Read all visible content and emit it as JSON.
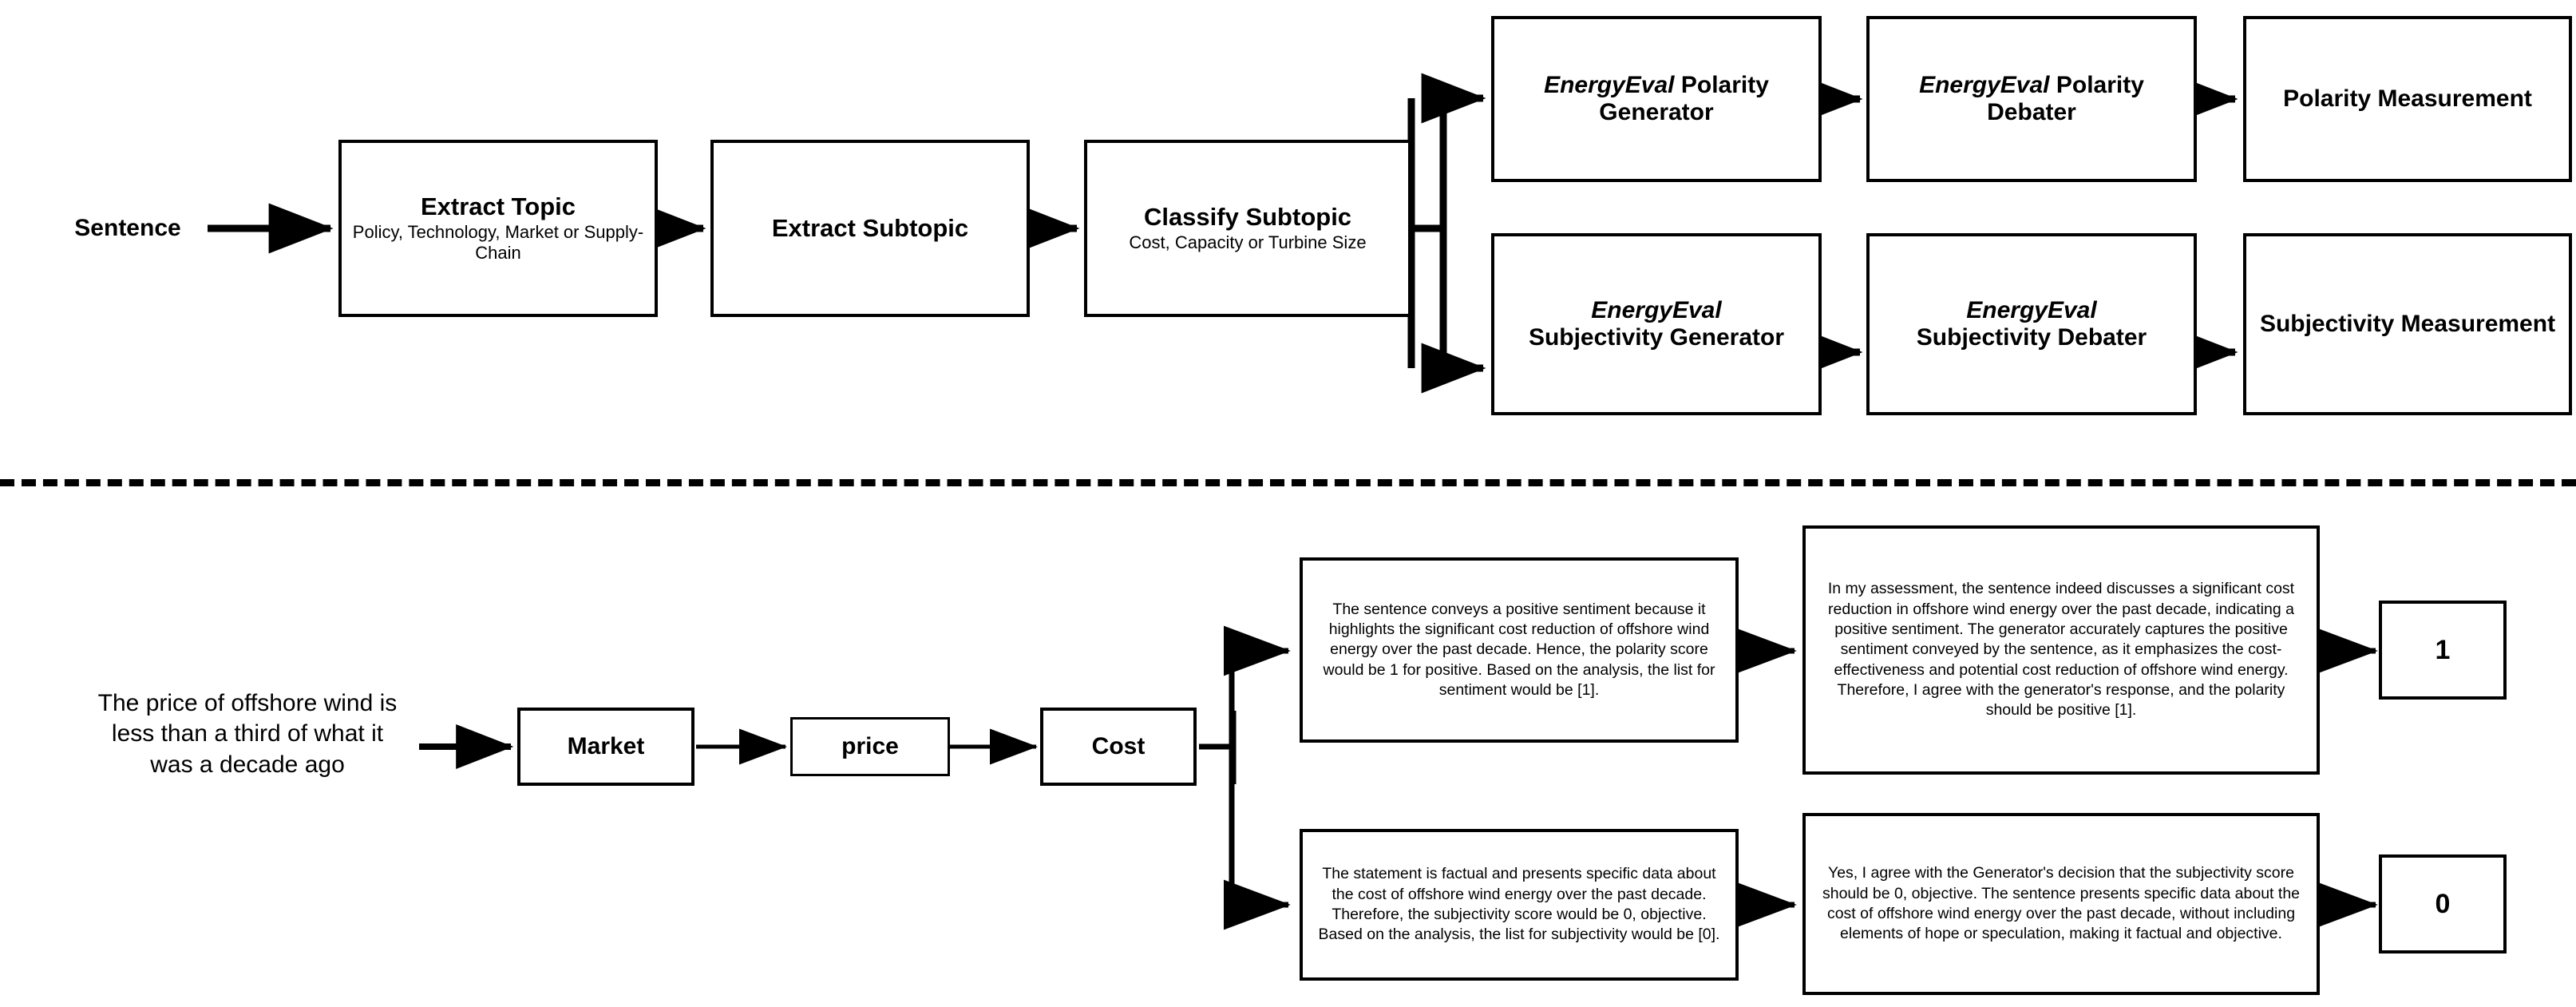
{
  "figure": {
    "title": "EnergyEval multi-agent polarity and subjectivity pipeline",
    "line_color": "#000000",
    "background_color": "#ffffff"
  },
  "pipeline": {
    "input_label": "Sentence",
    "stages": [
      {
        "name": "extract-topic",
        "title": "Extract Topic",
        "subtitle": "Policy, Technology, Market or Supply-Chain"
      },
      {
        "name": "extract-subtopic",
        "title": "Extract Subtopic",
        "subtitle": ""
      },
      {
        "name": "classify-subtopic",
        "title": "Classify Subtopic",
        "subtitle": "Cost, Capacity or Turbine Size"
      }
    ],
    "branches": [
      {
        "name": "polarity",
        "nodes": [
          {
            "name": "polarity-generator",
            "brand": "EnergyEval",
            "title": "Polarity Generator"
          },
          {
            "name": "polarity-debater",
            "brand": "EnergyEval",
            "title": "Polarity Debater"
          },
          {
            "name": "polarity-measurement",
            "brand": "",
            "title": "Polarity Measurement"
          }
        ]
      },
      {
        "name": "subjectivity",
        "nodes": [
          {
            "name": "subjectivity-generator",
            "brand": "EnergyEval",
            "title": "Subjectivity Generator"
          },
          {
            "name": "subjectivity-debater",
            "brand": "EnergyEval",
            "title": "Subjectivity Debater"
          },
          {
            "name": "subjectivity-measurement",
            "brand": "",
            "title": "Subjectivity Measurement"
          }
        ]
      }
    ]
  },
  "example": {
    "input_sentence": "The price of offshore wind is less than a third of what it was a decade ago",
    "chips": [
      {
        "name": "topic",
        "label": "Market"
      },
      {
        "name": "subtopic",
        "label": "price"
      },
      {
        "name": "subtopic-class",
        "label": "Cost"
      }
    ],
    "polarity": {
      "generator_text": "The sentence conveys a positive sentiment because it highlights the significant cost reduction of offshore wind energy over the past decade. Hence, the polarity score would be 1 for positive. Based on the analysis, the list for sentiment would be [1].",
      "debater_text": "In my assessment, the sentence indeed discusses a significant cost reduction in offshore wind energy over the past decade, indicating a positive sentiment. The generator accurately captures the positive sentiment conveyed by the sentence, as it emphasizes the cost-effectiveness and potential cost reduction of offshore wind energy. Therefore, I agree with the generator's response, and the polarity should be positive [1].",
      "score": "1"
    },
    "subjectivity": {
      "generator_text": "The statement is factual and presents specific data about the cost of offshore wind energy over the past decade. Therefore, the subjectivity score would be 0, objective. Based on the analysis, the list for subjectivity would be [0].",
      "debater_text": "Yes, I agree with the Generator's decision that the subjectivity score should be 0, objective. The sentence presents specific data about the cost of offshore wind energy over the past decade, without including elements of hope or speculation, making it factual and objective.",
      "score": "0"
    }
  }
}
